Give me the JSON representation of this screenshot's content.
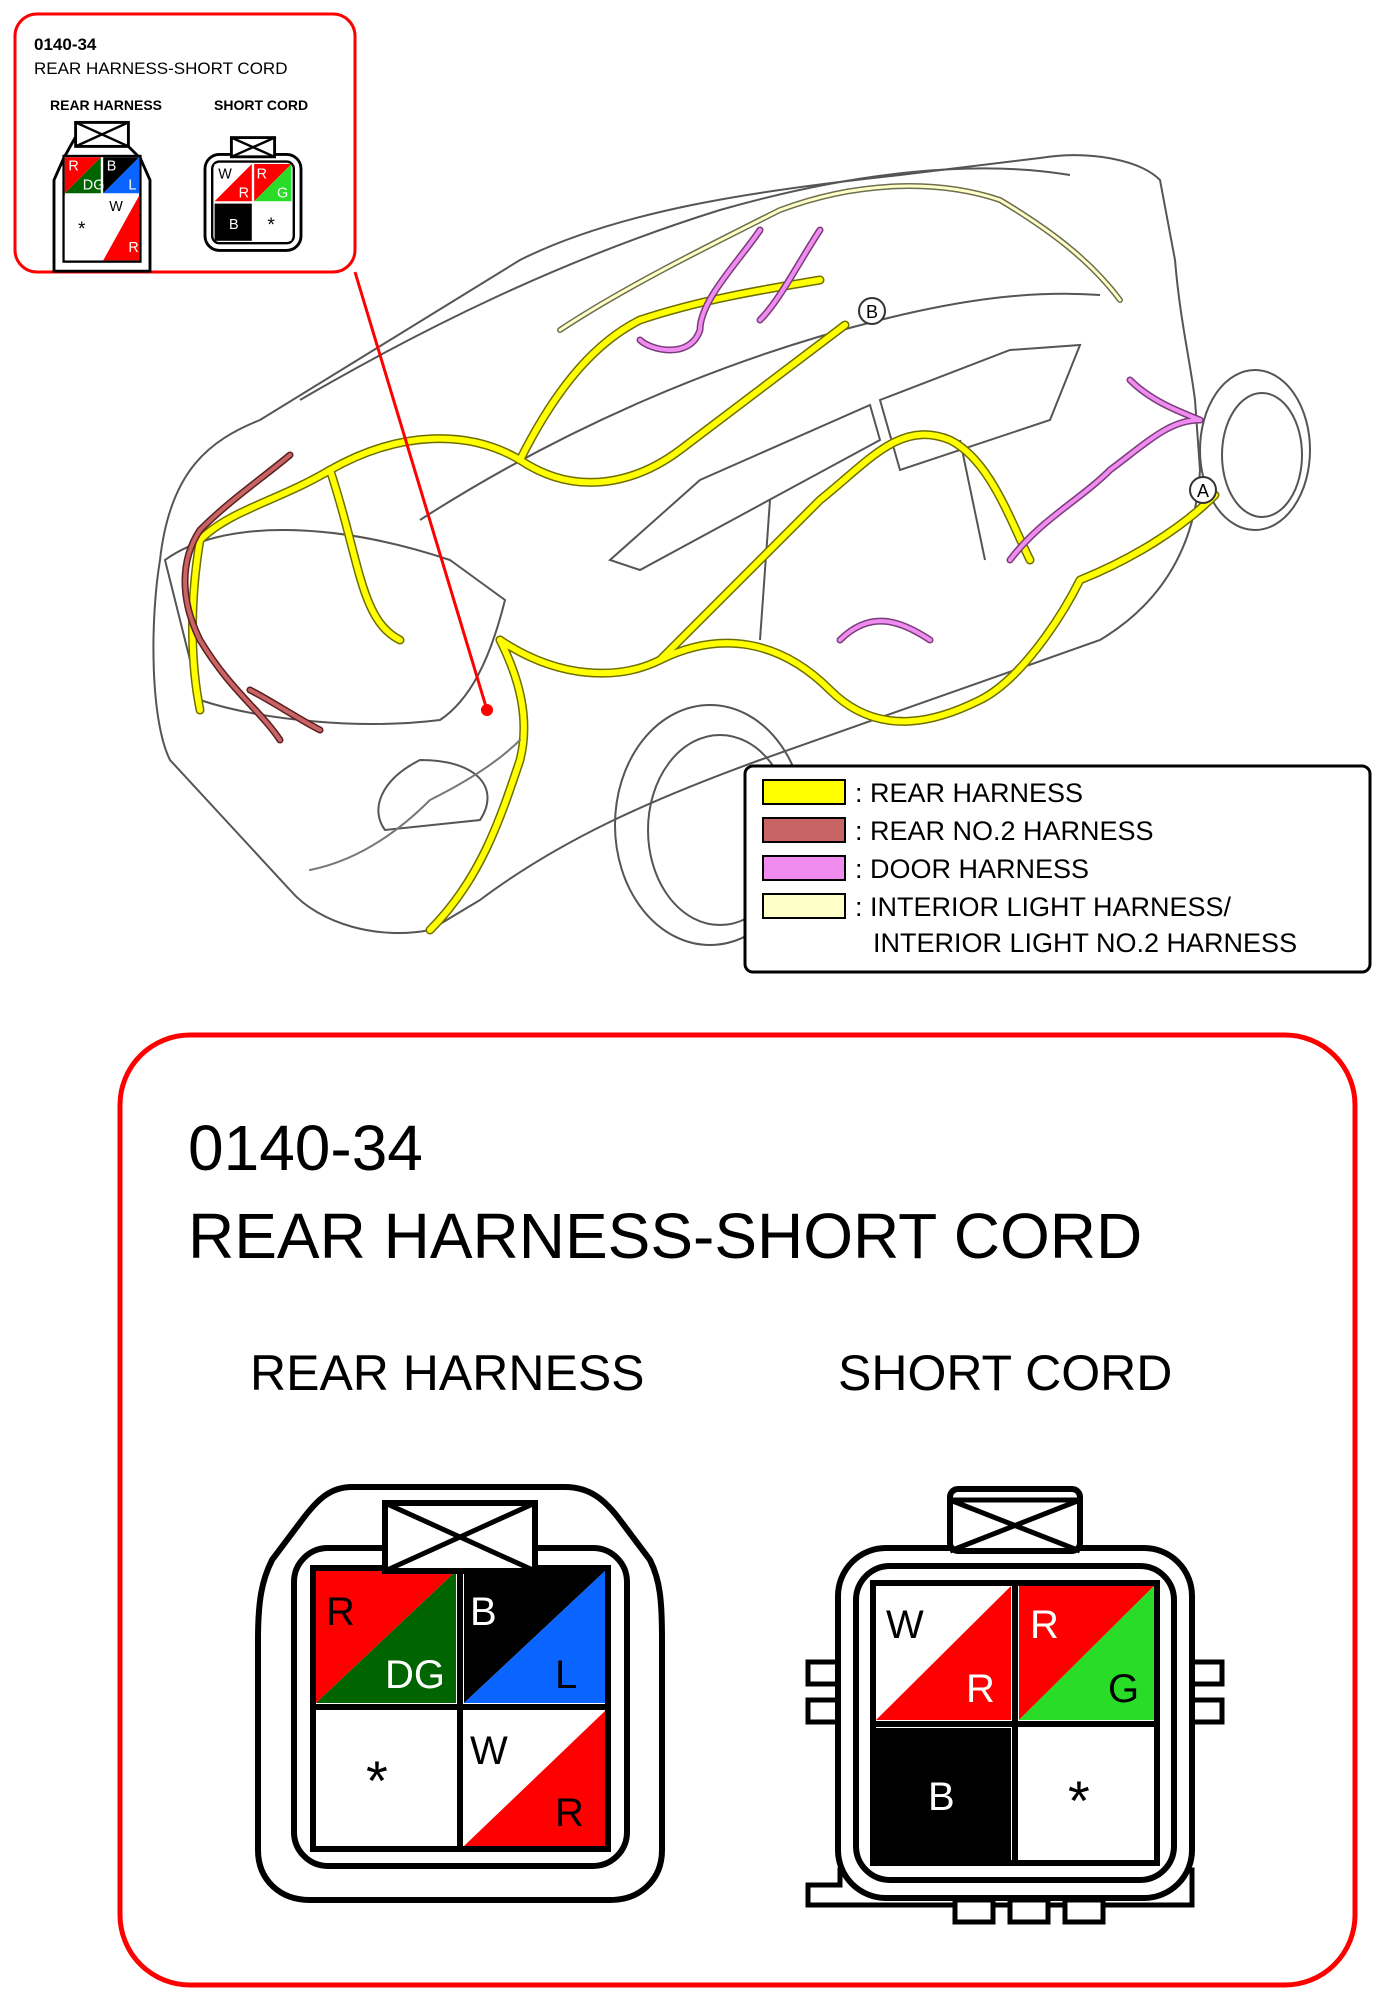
{
  "inset": {
    "code": "0140-34",
    "title": "REAR HARNESS-SHORT CORD",
    "left_label": "REAR HARNESS",
    "right_label": "SHORT CORD"
  },
  "detail": {
    "code": "0140-34",
    "title": "REAR HARNESS-SHORT CORD",
    "left_label": "REAR HARNESS",
    "right_label": "SHORT CORD"
  },
  "callouts": {
    "a": "A",
    "b": "B"
  },
  "legend": {
    "items": [
      {
        "label": ": REAR HARNESS",
        "color": "#ffff00"
      },
      {
        "label": ": REAR NO.2 HARNESS",
        "color": "#c86464"
      },
      {
        "label": ": DOOR HARNESS",
        "color": "#f08cf0"
      },
      {
        "label": ": INTERIOR LIGHT HARNESS/",
        "color": "#ffffc8"
      }
    ],
    "continuation": "INTERIOR LIGHT NO.2 HARNESS"
  },
  "rear_connector": {
    "pins": [
      {
        "top": "R",
        "bottom": "DG",
        "top_color": "#ff0000",
        "bottom_color": "#006400"
      },
      {
        "top": "B",
        "bottom": "L",
        "top_color": "#000000",
        "bottom_color": "#0a64ff"
      },
      {
        "single": "*",
        "color": "#ffffff"
      },
      {
        "top": "W",
        "bottom": "R",
        "top_color": "#ffffff",
        "bottom_color": "#ff0000"
      }
    ]
  },
  "cord_connector": {
    "pins": [
      {
        "top": "W",
        "bottom": "R",
        "top_color": "#ffffff",
        "bottom_color": "#ff0000"
      },
      {
        "top": "R",
        "bottom": "G",
        "top_color": "#ff0000",
        "bottom_color": "#28dc28"
      },
      {
        "single": "B",
        "color": "#000000"
      },
      {
        "single": "*",
        "color": "#ffffff"
      }
    ]
  }
}
